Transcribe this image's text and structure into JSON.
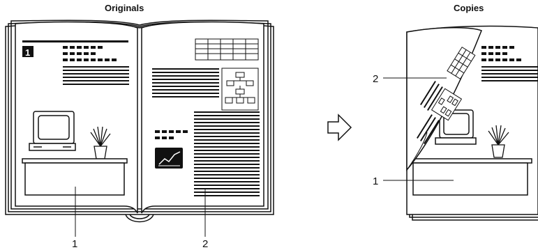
{
  "originals": {
    "title": "Originals",
    "page_number": "1",
    "callout_1": "1",
    "callout_2": "2"
  },
  "copies": {
    "title": "Copies",
    "callout_1": "1",
    "callout_2": "2"
  },
  "icons": {
    "transition": "right-arrow-icon"
  }
}
